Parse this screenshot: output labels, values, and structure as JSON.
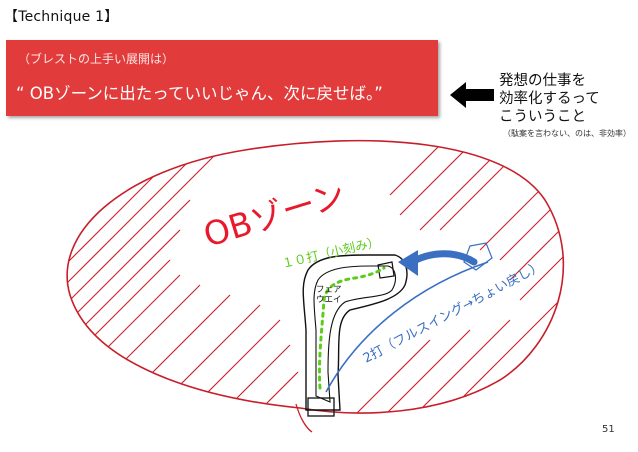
{
  "header": {
    "technique": "【Technique 1】"
  },
  "banner": {
    "subtitle": "（ブレストの上手い展開は）",
    "quote": "“ OBゾーンに出たっていいじゃん、次に戻せば。”"
  },
  "note": {
    "lines": [
      "発想の仕事を",
      "効率化するって",
      "こういうこと"
    ],
    "small": "（駄案を言わない、のは、非効率）"
  },
  "diagram": {
    "ob_zone_label": "OBゾーン",
    "ten_shots_label": "１０打（小刻み）",
    "two_shots_label": "2打（フルスイング→ちょい戻し）",
    "fairway_line1": "フェア",
    "fairway_line2": "ウエイ",
    "colors": {
      "ob": "#e8192c",
      "blue": "#3a6fc2",
      "green": "#5ccc1c",
      "outline": "#c81e2a"
    }
  },
  "footer": {
    "page": "51"
  }
}
